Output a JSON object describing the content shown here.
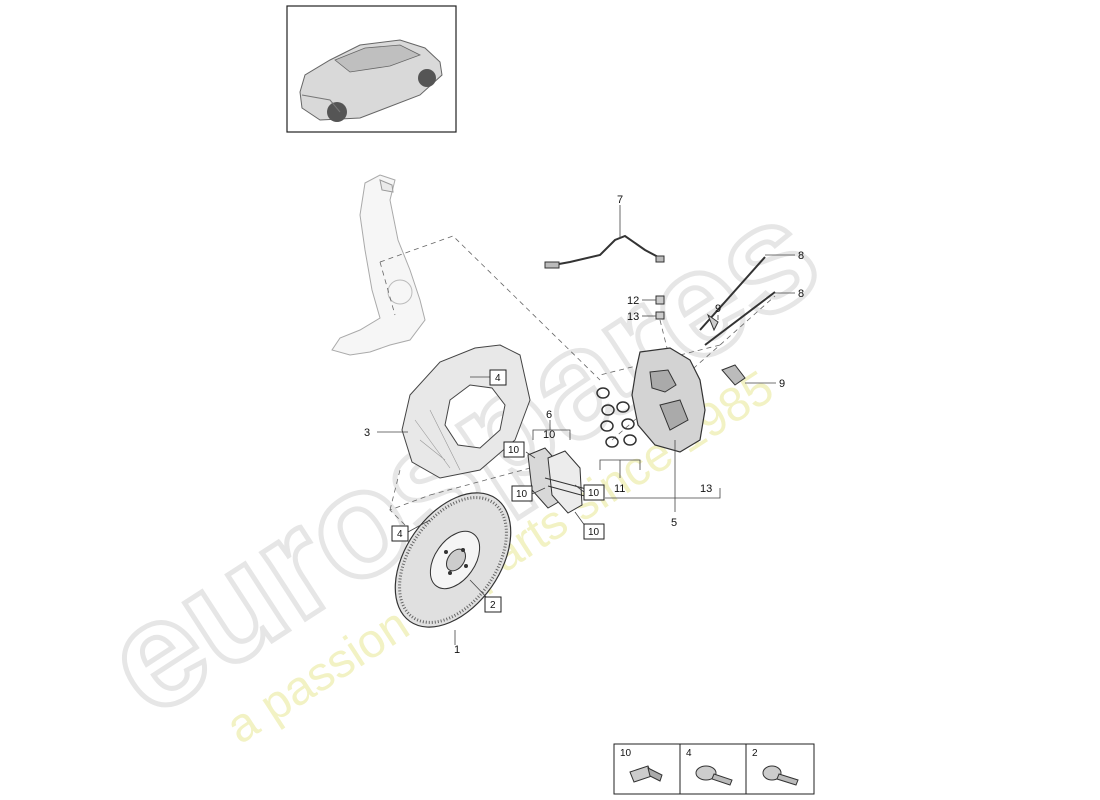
{
  "watermark": {
    "brand": "eurospares",
    "tagline": "a passion for parts since 1985"
  },
  "callouts": {
    "c1": "1",
    "c2": "2",
    "c3": "3",
    "c4a": "4",
    "c4b": "4",
    "c5": "5",
    "c6": "6",
    "c7": "7",
    "c8a": "8",
    "c8b": "8",
    "c9a": "9",
    "c9b": "9",
    "c10a": "10",
    "c10b": "10",
    "c10c": "10",
    "c10d": "10",
    "c10e": "10",
    "c11": "11",
    "c12": "12",
    "c13a": "13",
    "c13b": "13"
  },
  "legend": {
    "items": [
      {
        "label": "10",
        "icon": "bolt-long-icon"
      },
      {
        "label": "4",
        "icon": "screw-round-head-icon"
      },
      {
        "label": "2",
        "icon": "screw-countersunk-icon"
      }
    ]
  },
  "icons": [
    "car-thumbnail-icon",
    "steering-knuckle-icon",
    "brake-disc-icon",
    "dust-shield-icon",
    "brake-caliper-icon",
    "brake-pad-icon",
    "wear-sensor-icon"
  ]
}
